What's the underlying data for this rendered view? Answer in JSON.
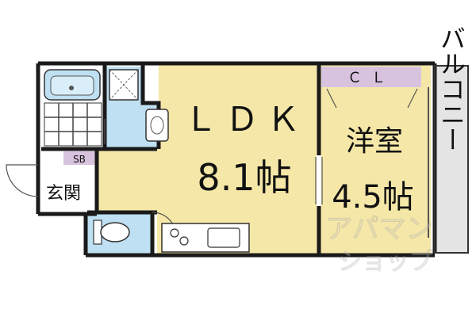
{
  "rooms": {
    "ldk": {
      "name": "ＬＤＫ",
      "size": "8.1帖",
      "color": "#f5e7a8"
    },
    "western": {
      "name": "洋室",
      "size": "4.5帖",
      "color": "#f5e7a8"
    },
    "closet": {
      "name": "ＣＬ",
      "color": "#d8c3de"
    },
    "balcony": {
      "name": "バルコニー",
      "color": "#e4e4e4"
    },
    "entrance": {
      "name": "玄関"
    },
    "shoe_box": {
      "name": "SB",
      "color": "#d8c3de"
    },
    "bath_color": "#bfe0f2",
    "wash_color": "#bfe0f2",
    "toilet_color": "#bfe0f2"
  },
  "watermark": {
    "line1": "アパマン",
    "line2": "ショップ"
  }
}
